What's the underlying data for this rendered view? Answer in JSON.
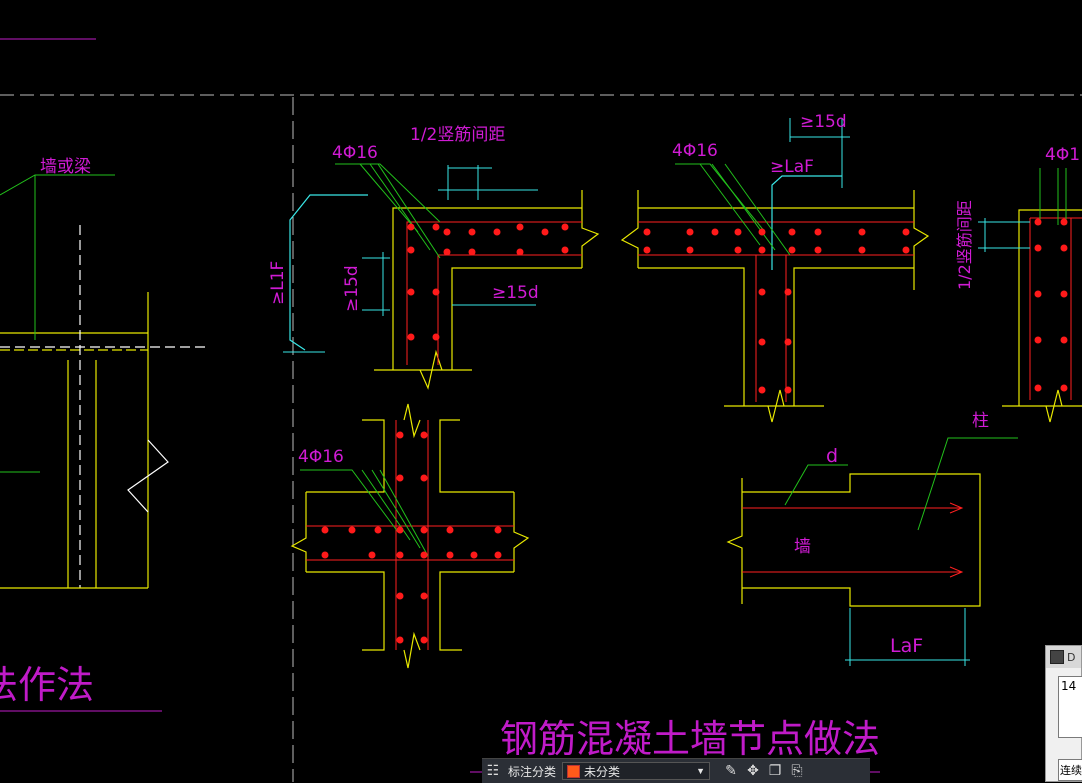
{
  "drawing": {
    "title": "钢筋混凝土墙节点做法",
    "left_title_fragment": "法作法",
    "labels": {
      "wall_or_beam": "墙或梁",
      "rebar_a": "4Φ16",
      "rebar_b": "4Φ16",
      "rebar_c": "4Φ1",
      "rebar_d": "4Φ16",
      "half_spacing_top": "1/2竖筋间距",
      "half_spacing_right": "1/2竖筋间距",
      "l1f": "≥L1F",
      "len_15d_v": "≥15d",
      "len_15d_h": "≥15d",
      "len_15d_top": "≥15d",
      "laf_ge": "≥LaF",
      "d": "d",
      "wall": "墙",
      "column": "柱",
      "laf": "LaF"
    }
  },
  "toolbar": {
    "label": "标注分类",
    "selected": "未分类",
    "swatch_color": "#ff5a1a"
  },
  "side_panel": {
    "title": "D",
    "value": "14",
    "bottom_text": "连续"
  }
}
